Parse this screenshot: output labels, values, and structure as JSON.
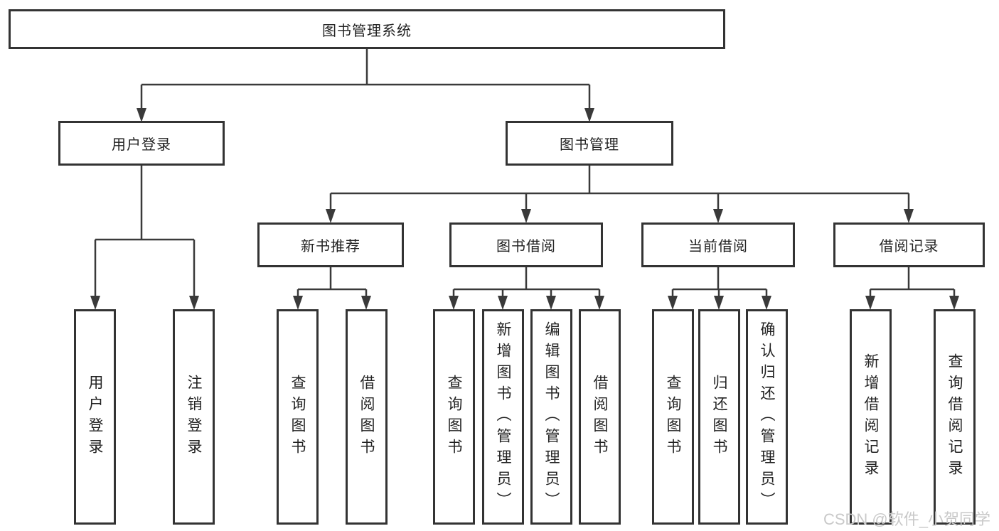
{
  "diagram": {
    "type": "hierarchy-tree",
    "orientation": "top-down",
    "colors": {
      "background": "#ffffff",
      "box_border": "#333333",
      "connector_line": "#3a3a3a",
      "text": "#222222",
      "watermark_text": "#c9c9c9"
    },
    "tree": {
      "label": "图书管理系统",
      "children": [
        {
          "label": "用户登录",
          "children": [
            {
              "label": "用户登录"
            },
            {
              "label": "注销登录"
            }
          ]
        },
        {
          "label": "图书管理",
          "children": [
            {
              "label": "新书推荐",
              "children": [
                {
                  "label": "查询图书"
                },
                {
                  "label": "借阅图书"
                }
              ]
            },
            {
              "label": "图书借阅",
              "children": [
                {
                  "label": "查询图书"
                },
                {
                  "label": "新增图书（管理员）"
                },
                {
                  "label": "编辑图书（管理员）"
                },
                {
                  "label": "借阅图书"
                }
              ]
            },
            {
              "label": "当前借阅",
              "children": [
                {
                  "label": "查询图书"
                },
                {
                  "label": "归还图书"
                },
                {
                  "label": "确认归还（管理员）"
                }
              ]
            },
            {
              "label": "借阅记录",
              "children": [
                {
                  "label": "新增借阅记录"
                },
                {
                  "label": "查询借阅记录"
                }
              ]
            }
          ]
        }
      ]
    }
  },
  "watermark": "CSDN @软件_小贺同学"
}
